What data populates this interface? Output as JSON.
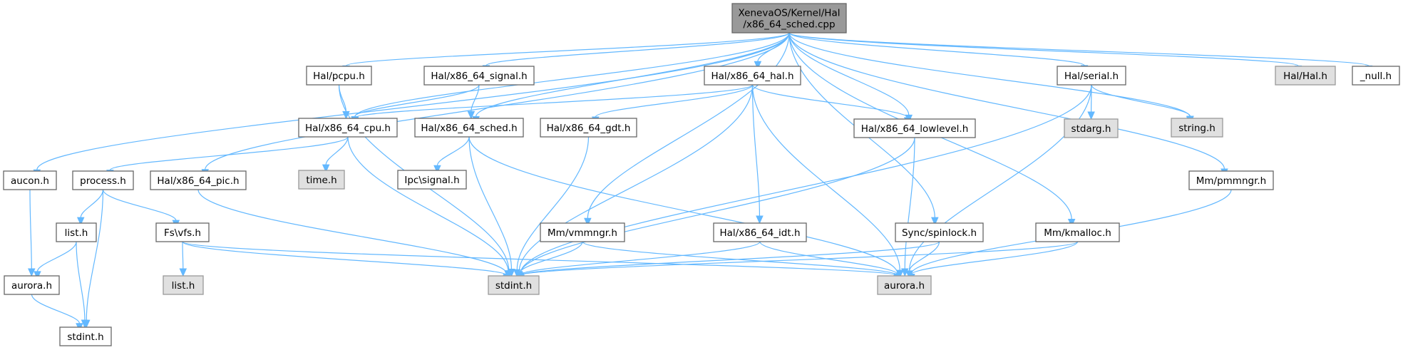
{
  "title": "XenevaOS/Kernel/Hal/x86_64_sched.cpp include dependency graph",
  "colors": {
    "edge": "#63b8ff",
    "root_fill": "#999999",
    "root_border": "#666666",
    "node_fill": "#ffffff",
    "node_border": "#666666",
    "external_fill": "#e0e0e0",
    "external_border": "#999999"
  },
  "nodes": [
    {
      "id": "root",
      "lines": [
        "XenevaOS/Kernel/Hal",
        "/x86_64_sched.cpp"
      ],
      "kind": "root"
    },
    {
      "id": "pcpu",
      "lines": [
        "Hal/pcpu.h"
      ],
      "kind": "local"
    },
    {
      "id": "signal",
      "lines": [
        "Hal/x86_64_signal.h"
      ],
      "kind": "local"
    },
    {
      "id": "hal",
      "lines": [
        "Hal/x86_64_hal.h"
      ],
      "kind": "local"
    },
    {
      "id": "serial",
      "lines": [
        "Hal/serial.h"
      ],
      "kind": "local"
    },
    {
      "id": "halh",
      "lines": [
        "Hal/Hal.h"
      ],
      "kind": "external"
    },
    {
      "id": "null",
      "lines": [
        "_null.h"
      ],
      "kind": "local"
    },
    {
      "id": "cpu",
      "lines": [
        "Hal/x86_64_cpu.h"
      ],
      "kind": "local"
    },
    {
      "id": "sched",
      "lines": [
        "Hal/x86_64_sched.h"
      ],
      "kind": "local"
    },
    {
      "id": "gdt",
      "lines": [
        "Hal/x86_64_gdt.h"
      ],
      "kind": "local"
    },
    {
      "id": "lowlevel",
      "lines": [
        "Hal/x86_64_lowlevel.h"
      ],
      "kind": "local"
    },
    {
      "id": "stdarg",
      "lines": [
        "stdarg.h"
      ],
      "kind": "external"
    },
    {
      "id": "string",
      "lines": [
        "string.h"
      ],
      "kind": "external"
    },
    {
      "id": "aucon",
      "lines": [
        "aucon.h"
      ],
      "kind": "local"
    },
    {
      "id": "process",
      "lines": [
        "process.h"
      ],
      "kind": "local"
    },
    {
      "id": "pic",
      "lines": [
        "Hal/x86_64_pic.h"
      ],
      "kind": "local"
    },
    {
      "id": "time",
      "lines": [
        "time.h"
      ],
      "kind": "external"
    },
    {
      "id": "ipcsignal",
      "lines": [
        "Ipc\\signal.h"
      ],
      "kind": "local"
    },
    {
      "id": "pmmngr",
      "lines": [
        "Mm/pmmngr.h"
      ],
      "kind": "local"
    },
    {
      "id": "list",
      "lines": [
        "list.h"
      ],
      "kind": "local"
    },
    {
      "id": "vfs",
      "lines": [
        "Fs\\vfs.h"
      ],
      "kind": "local"
    },
    {
      "id": "vmmngr",
      "lines": [
        "Mm/vmmngr.h"
      ],
      "kind": "local"
    },
    {
      "id": "idt",
      "lines": [
        "Hal/x86_64_idt.h"
      ],
      "kind": "local"
    },
    {
      "id": "spinlock",
      "lines": [
        "Sync/spinlock.h"
      ],
      "kind": "local"
    },
    {
      "id": "kmalloc",
      "lines": [
        "Mm/kmalloc.h"
      ],
      "kind": "local"
    },
    {
      "id": "aurora_l",
      "lines": [
        "aurora.h"
      ],
      "kind": "local"
    },
    {
      "id": "list_ext",
      "lines": [
        "list.h"
      ],
      "kind": "external"
    },
    {
      "id": "stdint_c",
      "lines": [
        "stdint.h"
      ],
      "kind": "external"
    },
    {
      "id": "aurora_c",
      "lines": [
        "aurora.h"
      ],
      "kind": "external"
    },
    {
      "id": "stdint_l",
      "lines": [
        "stdint.h"
      ],
      "kind": "local"
    }
  ],
  "edges": [
    [
      "root",
      "pcpu"
    ],
    [
      "root",
      "signal"
    ],
    [
      "root",
      "hal"
    ],
    [
      "root",
      "serial"
    ],
    [
      "root",
      "halh"
    ],
    [
      "root",
      "null"
    ],
    [
      "root",
      "cpu"
    ],
    [
      "root",
      "sched"
    ],
    [
      "root",
      "lowlevel"
    ],
    [
      "root",
      "string"
    ],
    [
      "root",
      "aucon"
    ],
    [
      "root",
      "pic"
    ],
    [
      "root",
      "pmmngr"
    ],
    [
      "root",
      "vmmngr"
    ],
    [
      "root",
      "spinlock"
    ],
    [
      "root",
      "kmalloc"
    ],
    [
      "pcpu",
      "cpu"
    ],
    [
      "pcpu",
      "stdint_c"
    ],
    [
      "signal",
      "cpu"
    ],
    [
      "signal",
      "sched"
    ],
    [
      "hal",
      "cpu"
    ],
    [
      "hal",
      "gdt"
    ],
    [
      "hal",
      "lowlevel"
    ],
    [
      "hal",
      "idt"
    ],
    [
      "hal",
      "stdint_c"
    ],
    [
      "hal",
      "aurora_c"
    ],
    [
      "serial",
      "stdarg"
    ],
    [
      "serial",
      "string"
    ],
    [
      "serial",
      "stdint_c"
    ],
    [
      "serial",
      "aurora_c"
    ],
    [
      "cpu",
      "process"
    ],
    [
      "cpu",
      "time"
    ],
    [
      "cpu",
      "stdint_c"
    ],
    [
      "sched",
      "ipcsignal"
    ],
    [
      "sched",
      "stdint_c"
    ],
    [
      "sched",
      "aurora_c"
    ],
    [
      "gdt",
      "stdint_c"
    ],
    [
      "lowlevel",
      "stdint_c"
    ],
    [
      "lowlevel",
      "aurora_c"
    ],
    [
      "aucon",
      "aurora_l"
    ],
    [
      "process",
      "list"
    ],
    [
      "process",
      "vfs"
    ],
    [
      "process",
      "stdint_l"
    ],
    [
      "pic",
      "stdint_c"
    ],
    [
      "pmmngr",
      "aurora_c"
    ],
    [
      "list",
      "aurora_l"
    ],
    [
      "list",
      "stdint_l"
    ],
    [
      "vfs",
      "list_ext"
    ],
    [
      "vfs",
      "stdint_c"
    ],
    [
      "vfs",
      "aurora_c"
    ],
    [
      "vmmngr",
      "stdint_c"
    ],
    [
      "vmmngr",
      "aurora_c"
    ],
    [
      "idt",
      "stdint_c"
    ],
    [
      "idt",
      "aurora_c"
    ],
    [
      "spinlock",
      "stdint_c"
    ],
    [
      "spinlock",
      "aurora_c"
    ],
    [
      "kmalloc",
      "stdint_c"
    ],
    [
      "kmalloc",
      "aurora_c"
    ],
    [
      "aurora_l",
      "stdint_l"
    ]
  ]
}
